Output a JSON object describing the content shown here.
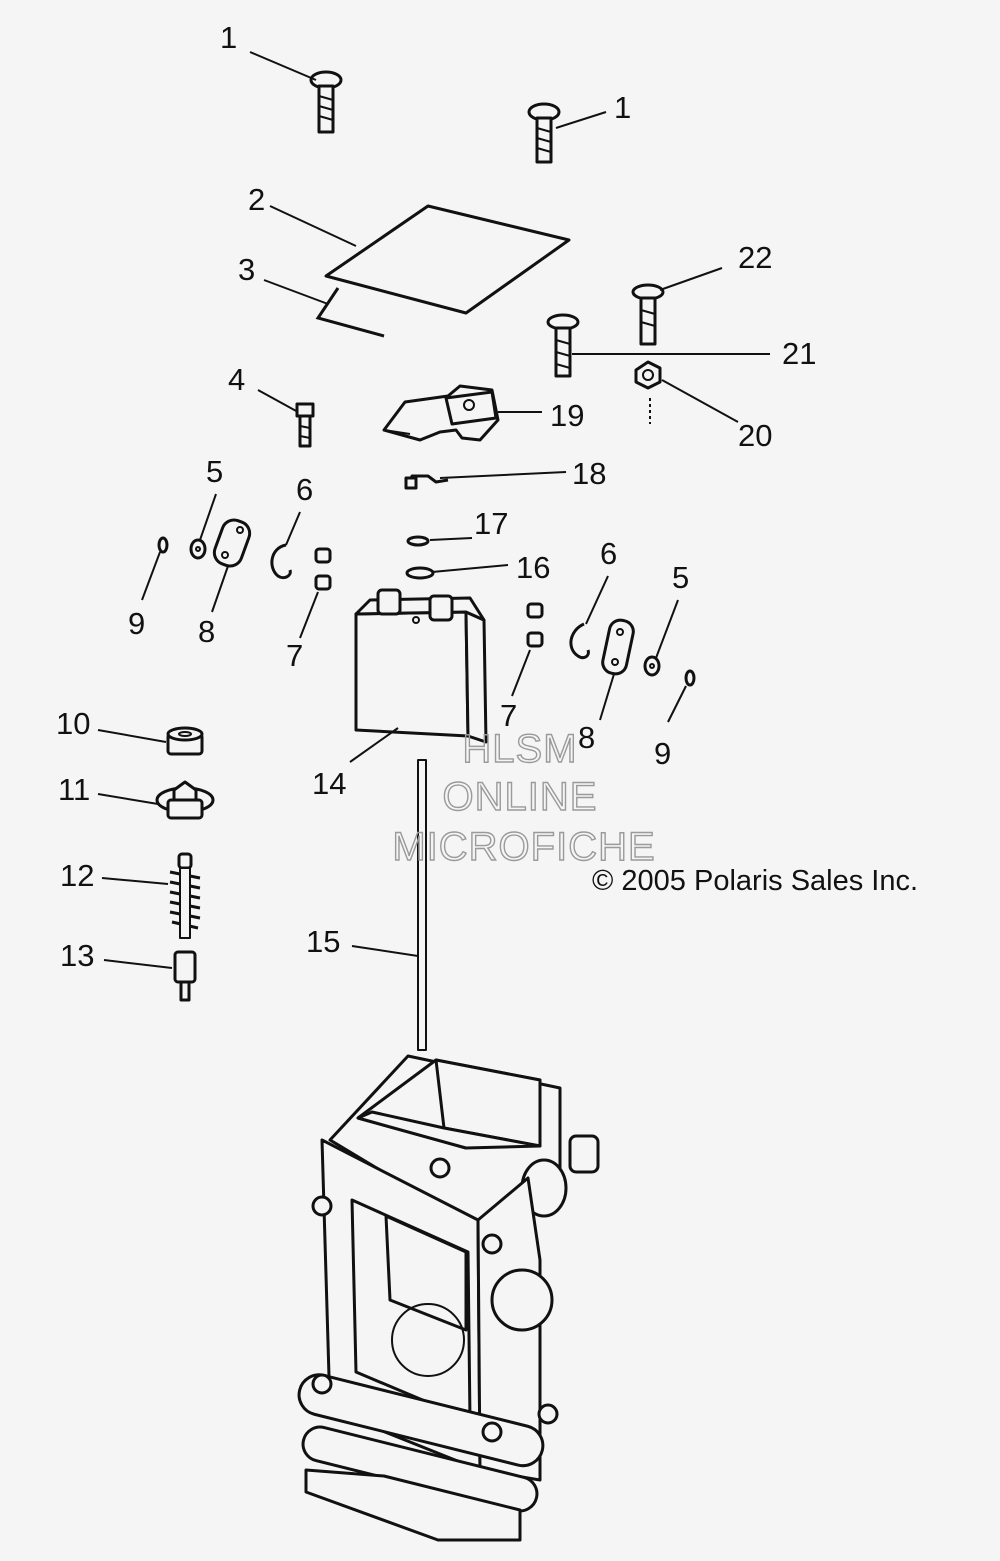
{
  "diagram": {
    "callouts": [
      {
        "id": "c1a",
        "text": "1"
      },
      {
        "id": "c1b",
        "text": "1"
      },
      {
        "id": "c2",
        "text": "2"
      },
      {
        "id": "c3",
        "text": "3"
      },
      {
        "id": "c22",
        "text": "22"
      },
      {
        "id": "c21",
        "text": "21"
      },
      {
        "id": "c4",
        "text": "4"
      },
      {
        "id": "c19",
        "text": "19"
      },
      {
        "id": "c20",
        "text": "20"
      },
      {
        "id": "c18",
        "text": "18"
      },
      {
        "id": "c5a",
        "text": "5"
      },
      {
        "id": "c6a",
        "text": "6"
      },
      {
        "id": "c17",
        "text": "17"
      },
      {
        "id": "c16",
        "text": "16"
      },
      {
        "id": "c6b",
        "text": "6"
      },
      {
        "id": "c5b",
        "text": "5"
      },
      {
        "id": "c9a",
        "text": "9"
      },
      {
        "id": "c8a",
        "text": "8"
      },
      {
        "id": "c7a",
        "text": "7"
      },
      {
        "id": "c7b",
        "text": "7"
      },
      {
        "id": "c8b",
        "text": "8"
      },
      {
        "id": "c9b",
        "text": "9"
      },
      {
        "id": "c10",
        "text": "10"
      },
      {
        "id": "c14",
        "text": "14"
      },
      {
        "id": "c11",
        "text": "11"
      },
      {
        "id": "c12",
        "text": "12"
      },
      {
        "id": "c13",
        "text": "13"
      },
      {
        "id": "c15",
        "text": "15"
      }
    ],
    "copyright": "© 2005 Polaris Sales Inc.",
    "watermark": [
      "HLSM",
      "ONLINE",
      "MICROFICHE"
    ]
  }
}
